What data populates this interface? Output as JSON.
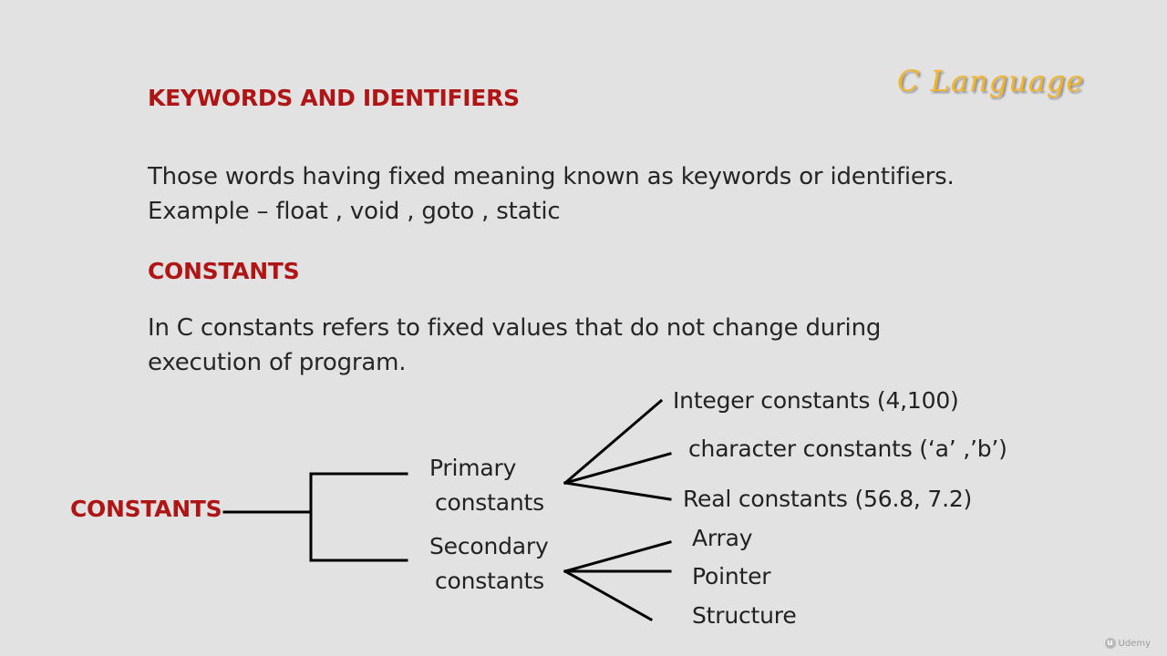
{
  "brand": {
    "title": "C Language"
  },
  "sections": {
    "keywords": {
      "heading": "KEYWORDS AND IDENTIFIERS",
      "line1": "Those words having fixed meaning known as keywords or identifiers.",
      "line2": "Example – float , void , goto , static"
    },
    "constants": {
      "heading": "CONSTANTS",
      "line1": "In C constants refers to fixed values that do not change during",
      "line2": "execution of program."
    }
  },
  "tree": {
    "root": "CONSTANTS",
    "primary": {
      "line1": "Primary",
      "line2": "constants",
      "children": [
        "Integer constants (4,100)",
        "character constants (‘a’ ,’b’)",
        "Real constants (56.8, 7.2)"
      ]
    },
    "secondary": {
      "line1": "Secondary",
      "line2": "constants",
      "children": [
        "Array",
        "Pointer",
        "Structure"
      ]
    }
  },
  "watermark": {
    "text": "Udemy",
    "mark": "u"
  }
}
